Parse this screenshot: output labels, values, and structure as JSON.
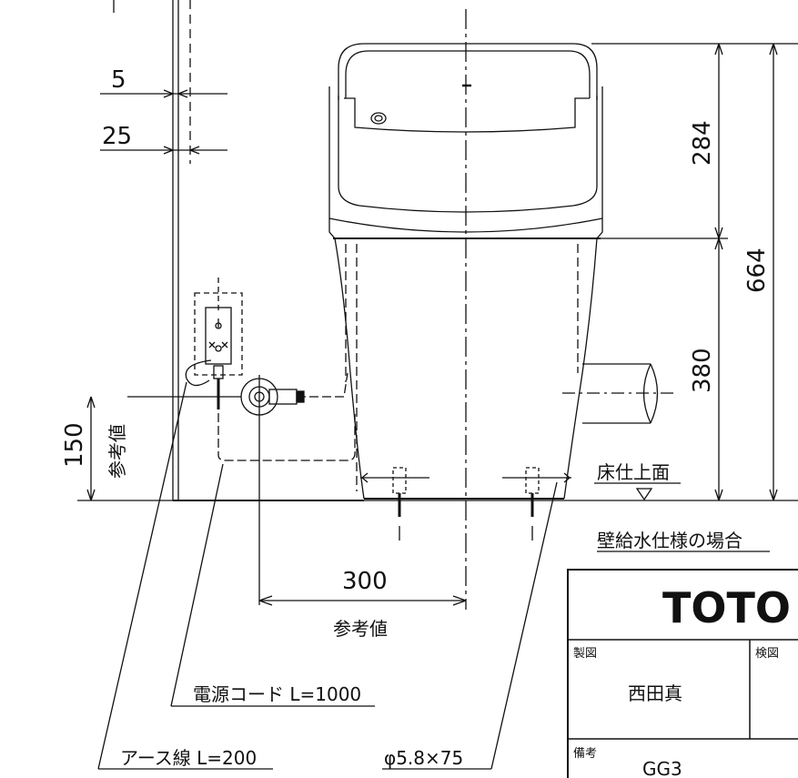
{
  "dimensions": {
    "d5": "5",
    "d25": "25",
    "d284": "284",
    "d664": "664",
    "d380": "380",
    "d150": "150",
    "d300": "300"
  },
  "labels": {
    "reference_value": "参考値",
    "floor_finish": "床仕上面",
    "wall_supply": "壁給水仕様の場合",
    "power_cord": "電源コード L=1000",
    "earth_wire": "アース線 L=200",
    "bolt": "φ5.8×75"
  },
  "title_block": {
    "logo": "TOTO",
    "drawn_by_label": "製図",
    "drawn_by": "西田真",
    "checked_label": "検図",
    "remarks_label": "備考",
    "remarks": "GG3"
  }
}
